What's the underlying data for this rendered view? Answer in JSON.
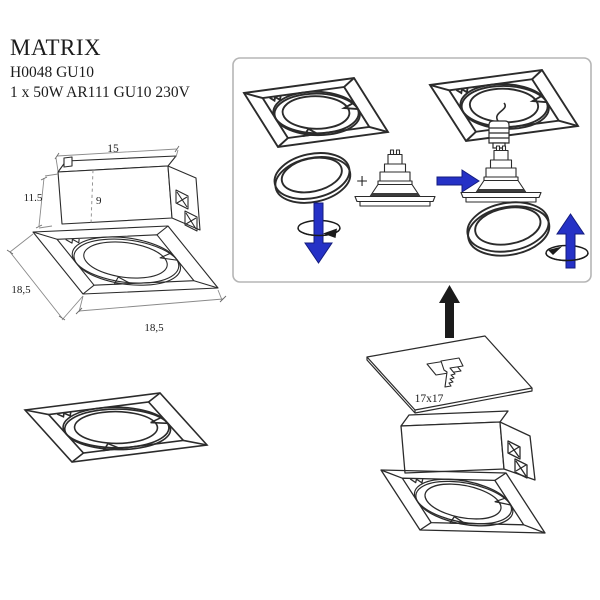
{
  "product": {
    "name": "MATRIX",
    "model": "H0048 GU10",
    "spec": "1 x 50W AR111 GU10 230V"
  },
  "dimension_drawing": {
    "top_width": "15",
    "left_height": "11.5",
    "inner_depth": "9",
    "left_side": "18,5",
    "bottom_width": "18,5"
  },
  "installation_panel": {
    "plus_label": "+",
    "cutout_label": "17x17"
  },
  "icons": {
    "down_arrow": "rotate-insert-down-arrow",
    "up_arrow": "rotate-remove-up-arrow",
    "right_arrow": "attach-lamp-right-arrow",
    "flow_arrow": "install-upward-arrow",
    "saw": "cutout-saw",
    "rotation_left": "counterclockwise-rotation",
    "rotation_right": "clockwise-rotation"
  },
  "colors": {
    "line": "#2b2b2b",
    "dim_line": "#8a8a8a",
    "panel_border": "#b5b5b5",
    "arrow_blue": "#2531c6",
    "arrow_blue_outline": "#141c7e",
    "plus_blue": "#5e86a0",
    "black_arrow": "#1b1b1b",
    "lamp_band": "#3c3c3c"
  }
}
